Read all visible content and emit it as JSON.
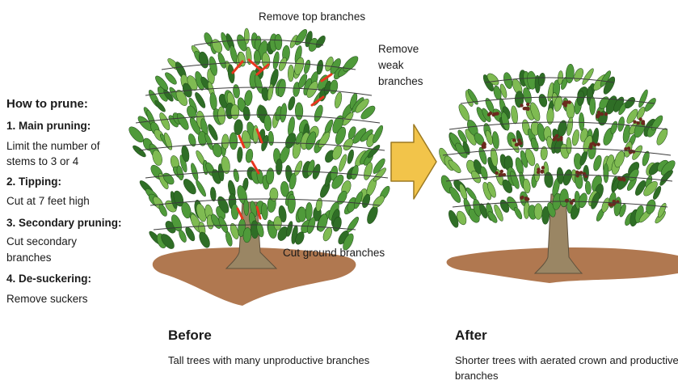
{
  "labels": {
    "remove_top": "Remove top branches",
    "remove_weak_1": "Remove",
    "remove_weak_2": "weak",
    "remove_weak_3": "branches",
    "cut_ground": "Cut ground branches"
  },
  "instructions": {
    "heading": "How to prune:",
    "steps": [
      {
        "title": "1. Main pruning:",
        "lines": [
          "Limit the number of",
          "stems to 3 or 4"
        ]
      },
      {
        "title": "2. Tipping:",
        "lines": [
          "Cut at 7 feet high"
        ]
      },
      {
        "title": "3. Secondary pruning:",
        "lines": [
          "Cut secondary",
          "branches"
        ]
      },
      {
        "title": "4. De-suckering:",
        "lines": [
          "Remove suckers"
        ]
      }
    ]
  },
  "before": {
    "title": "Before",
    "description": "Tall trees with many unproductive branches"
  },
  "after": {
    "title": "After",
    "description": "Shorter trees with aerated crown and productive branches"
  },
  "colors": {
    "leaf": "#4f9a3a",
    "leaf_dark": "#2f6e26",
    "leaf_light": "#7fbb52",
    "trunk": "#9a8664",
    "soil": "#b07850",
    "cut_mark": "#e8361e",
    "arrow": "#f2c44a",
    "berry": "#6b2a1e"
  },
  "icons": {
    "arrow": "right-arrow-icon"
  }
}
